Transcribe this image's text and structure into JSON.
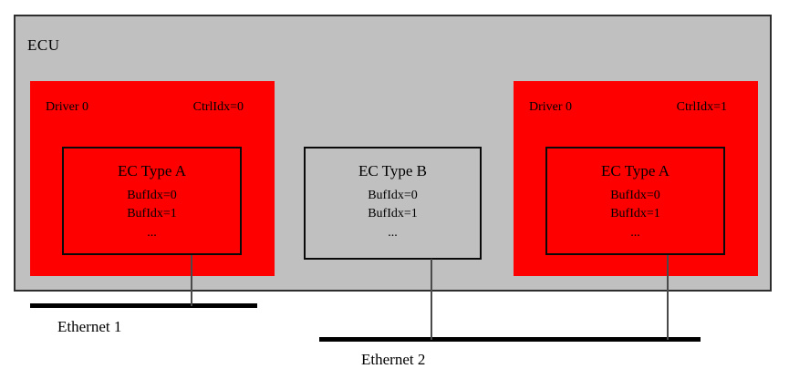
{
  "colors": {
    "ecu_fill": "#c0c0c0",
    "driver_fill": "#fe0000",
    "ecu_border": "#2e2e2e",
    "controller_border": "#0a0a0a",
    "connector": "#4a4a4a",
    "bus_line": "#000000",
    "text": "#000000",
    "page_background": "#ffffff"
  },
  "ecu": {
    "label": "ECU"
  },
  "drivers": [
    {
      "label": "Driver 0",
      "ctrl_idx": "CtrlIdx=0",
      "controller": {
        "title": "EC Type A",
        "lines": [
          "BufIdx=0",
          "BufIdx=1"
        ],
        "dots": "..."
      }
    },
    {
      "label": "Driver 0",
      "ctrl_idx": "CtrlIdx=1",
      "controller": {
        "title": "EC Type A",
        "lines": [
          "BufIdx=0",
          "BufIdx=1"
        ],
        "dots": "..."
      }
    }
  ],
  "standalone_controller": {
    "title": "EC Type B",
    "lines": [
      "BufIdx=0",
      "BufIdx=1"
    ],
    "dots": "..."
  },
  "buses": [
    {
      "label": "Ethernet 1"
    },
    {
      "label": "Ethernet 2"
    }
  ]
}
